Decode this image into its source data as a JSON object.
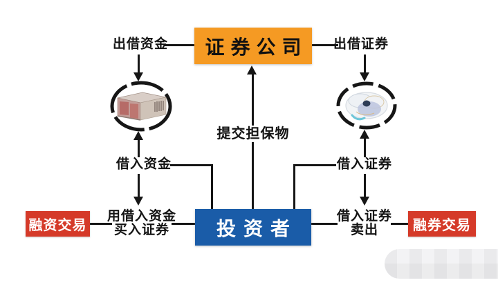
{
  "diagram": {
    "top_box": {
      "label": "证券公司"
    },
    "bottom_box": {
      "label": "投资者"
    },
    "left_tag": {
      "label": "融资交易"
    },
    "right_tag": {
      "label": "融券交易"
    },
    "labels": {
      "lend_funds": "出借资金",
      "lend_securities": "出借证券",
      "submit_collateral": "提交担保物",
      "borrow_funds": "借入资金",
      "borrow_securities": "借入证券",
      "buy_with_borrowed_funds_line1": "用借入资金",
      "buy_with_borrowed_funds_line2": "买入证券",
      "sell_borrowed_securities_line1": "借入证券",
      "sell_borrowed_securities_line2": "卖出"
    },
    "icons": {
      "left_circle": "cash-bundle-icon",
      "right_circle": "securities-pile-icon"
    },
    "colors": {
      "securities_company_box": "#F59A23",
      "investor_box": "#1A5CA8",
      "trade_tag_box": "#D53A29",
      "line_and_text": "#161616",
      "box_text_light": "#FFFFFF"
    }
  }
}
